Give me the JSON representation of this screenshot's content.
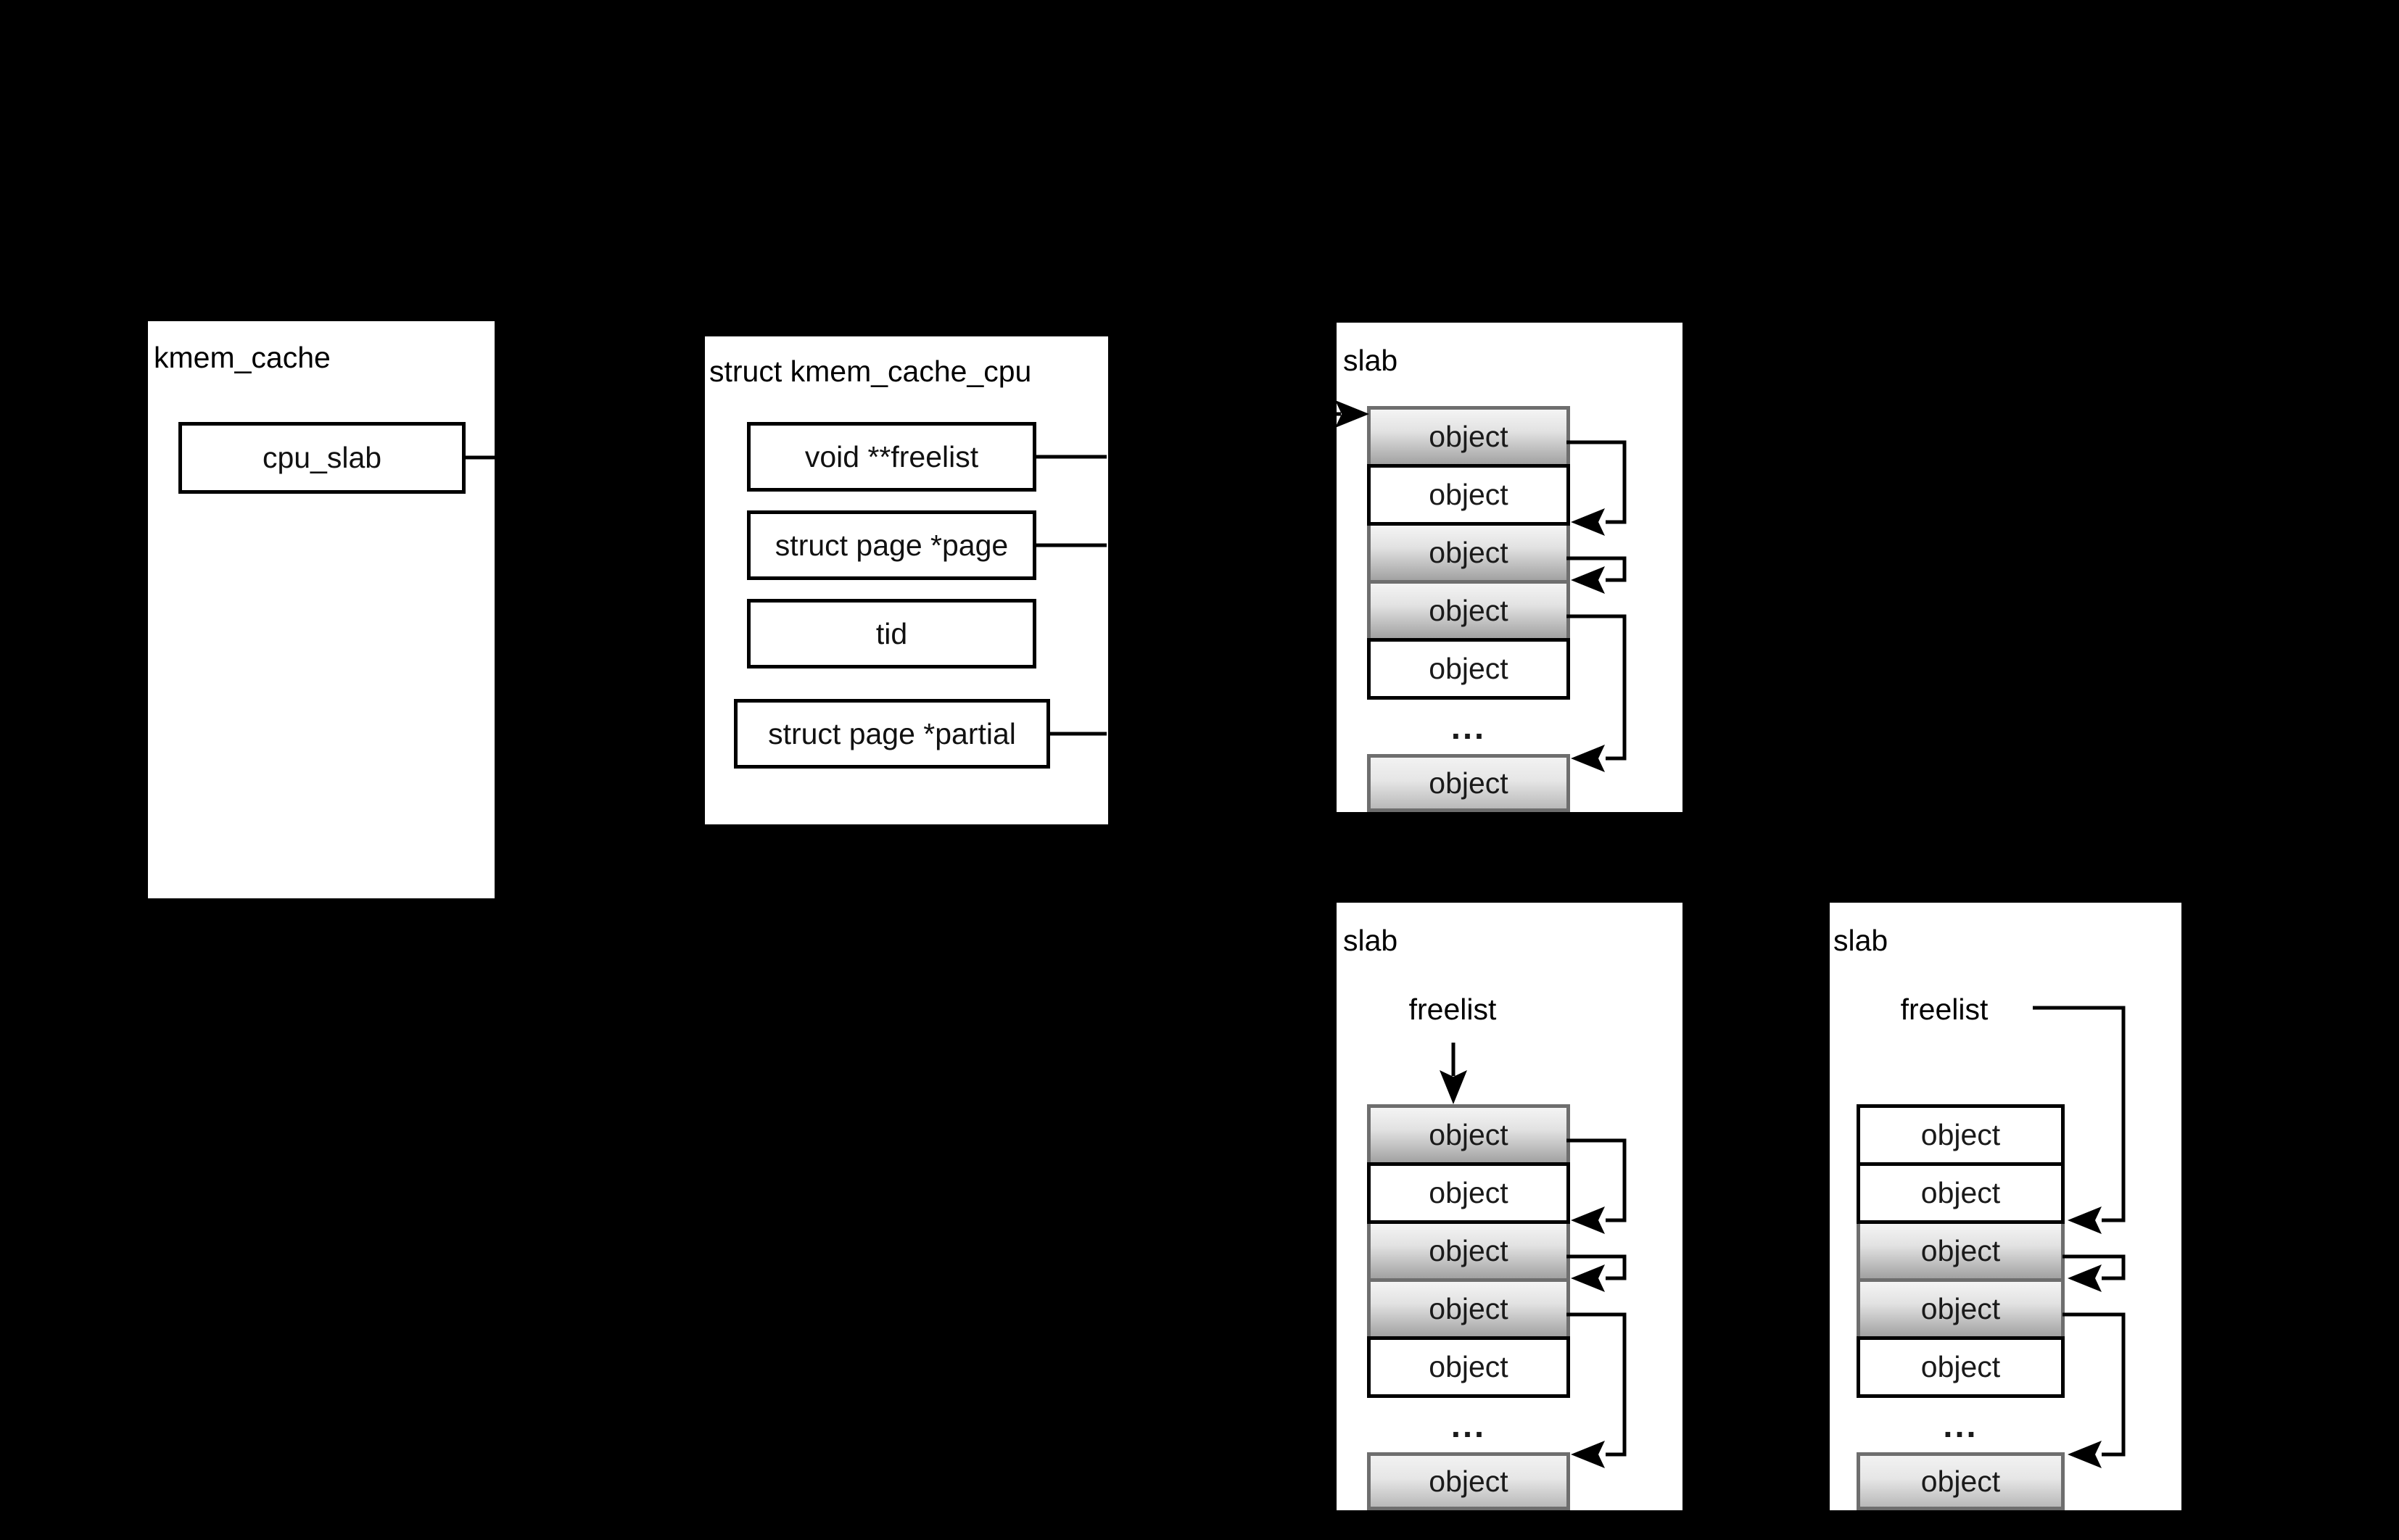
{
  "colors": {
    "background": "#000000",
    "panel": "#ffffff",
    "line": "#000000",
    "used_border": "#000000",
    "free_border": "#6e6e6e",
    "free_gradient_top": "#f4f4f4",
    "free_gradient_bottom": "#a2a2a2",
    "free_last_gradient_bottom": "#b9b9b9",
    "text": "#111111"
  },
  "kmem_cache": {
    "title": "kmem_cache",
    "fields": [
      {
        "label": "cpu_slab"
      }
    ]
  },
  "kmem_cache_cpu": {
    "title": "struct kmem_cache_cpu",
    "fields": [
      {
        "label": "void **freelist"
      },
      {
        "label": "struct page *page"
      },
      {
        "label": "tid"
      },
      {
        "label": "struct page *partial"
      }
    ]
  },
  "slabs": [
    {
      "title": "slab",
      "objects": [
        {
          "label": "object",
          "state": "free"
        },
        {
          "label": "object",
          "state": "used"
        },
        {
          "label": "object",
          "state": "free"
        },
        {
          "label": "object",
          "state": "free"
        },
        {
          "label": "object",
          "state": "used"
        },
        {
          "label": "...",
          "state": "dots"
        },
        {
          "label": "object",
          "state": "free_last"
        }
      ]
    },
    {
      "title": "slab",
      "freelist_label": "freelist",
      "objects": [
        {
          "label": "object",
          "state": "free"
        },
        {
          "label": "object",
          "state": "used"
        },
        {
          "label": "object",
          "state": "free"
        },
        {
          "label": "object",
          "state": "free"
        },
        {
          "label": "object",
          "state": "used"
        },
        {
          "label": "...",
          "state": "dots"
        },
        {
          "label": "object",
          "state": "free_last"
        }
      ]
    },
    {
      "title": "slab",
      "freelist_label": "freelist",
      "objects": [
        {
          "label": "object",
          "state": "used"
        },
        {
          "label": "object",
          "state": "used"
        },
        {
          "label": "object",
          "state": "free"
        },
        {
          "label": "object",
          "state": "free"
        },
        {
          "label": "object",
          "state": "used"
        },
        {
          "label": "...",
          "state": "dots"
        },
        {
          "label": "object",
          "state": "free_last"
        }
      ]
    }
  ],
  "links": [
    {
      "from": "cpu_slab",
      "to": "struct kmem_cache_cpu"
    },
    {
      "from": "void **freelist / struct page *page",
      "to": "slab (top) first free object"
    },
    {
      "from": "struct page *partial",
      "to": "partial slabs"
    },
    {
      "from": "slab freelist chain",
      "to": "object -> object -> object"
    }
  ]
}
